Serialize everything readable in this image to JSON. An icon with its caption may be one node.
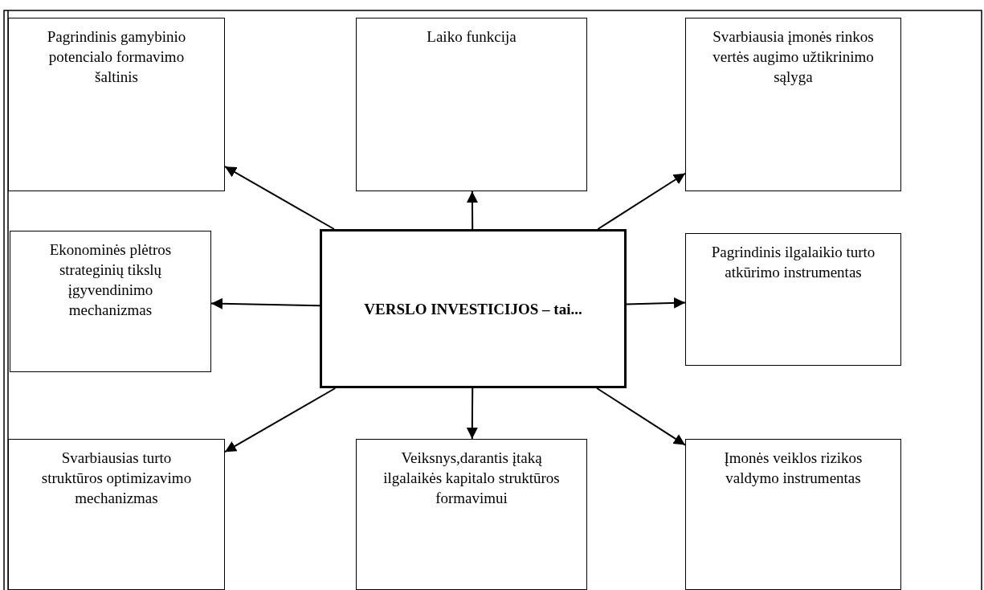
{
  "diagram": {
    "nodes": [
      {
        "text": [
          "Pagrindinis gamybinio potencialo formavimo šaltinis"
        ]
      },
      {
        "text": [
          "Laiko funkcija"
        ]
      },
      {
        "text": [
          "Svarbiausia įmonės rinkos vertės augimo užtikrinimo sąlyga"
        ]
      },
      {
        "text": [
          "Ekonominės plėtros strateginių tikslų įgyvendinimo mechanizmas"
        ]
      },
      {
        "text": [
          "VERSLO INVESTICIJOS – tai..."
        ]
      },
      {
        "text": [
          "Pagrindinis ilgalaikio turto atkūrimo instrumentas"
        ]
      },
      {
        "text": [
          "Svarbiausias turto struktūros optimizavimo mechanizmas"
        ]
      },
      {
        "text": [
          "Veiksnys,darantis įtaką ilgalaikės kapitalo struktūros formavimui"
        ]
      },
      {
        "text": [
          "Įmonės veiklos rizikos valdymo instrumentas"
        ]
      }
    ],
    "edges": [
      {
        "from": 4,
        "to": 0,
        "arrow": "to"
      },
      {
        "from": 4,
        "to": 1,
        "arrow": "to"
      },
      {
        "from": 4,
        "to": 2,
        "arrow": "to"
      },
      {
        "from": 4,
        "to": 3,
        "arrow": "to"
      },
      {
        "from": 4,
        "to": 5,
        "arrow": "to"
      },
      {
        "from": 4,
        "to": 6,
        "arrow": "to"
      },
      {
        "from": 4,
        "to": 7,
        "arrow": "to"
      },
      {
        "from": 4,
        "to": 8,
        "arrow": "to"
      }
    ]
  }
}
